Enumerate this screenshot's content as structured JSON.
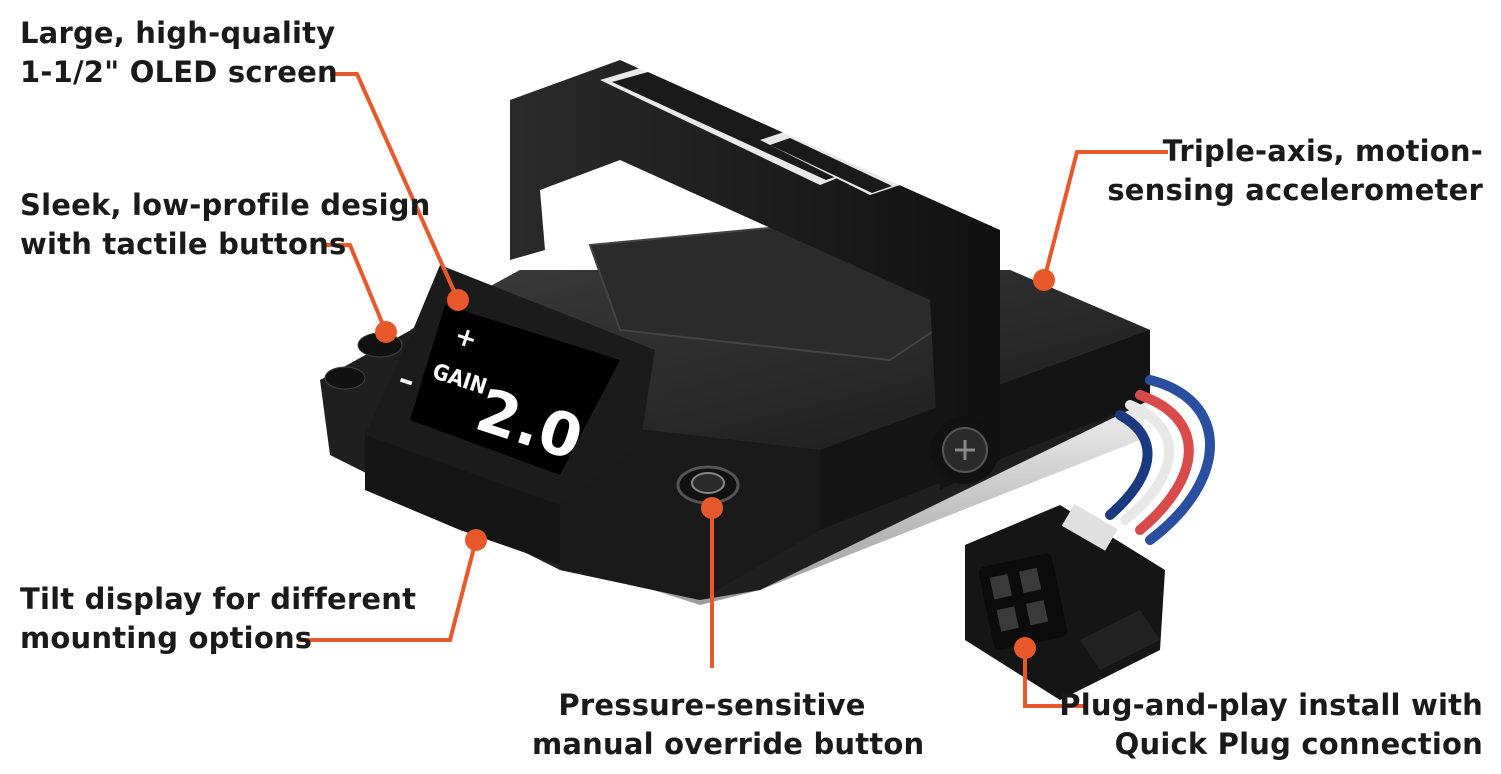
{
  "accent_color": "#e8582a",
  "callouts": {
    "oled_screen": {
      "line1": "Large, high-quality",
      "line2": "1-1/2\" OLED screen"
    },
    "low_profile": {
      "line1": "Sleek, low-profile design",
      "line2": "with tactile buttons"
    },
    "tilt_display": {
      "line1": "Tilt display for different",
      "line2": "mounting options"
    },
    "override_button": {
      "line1": "Pressure-sensitive",
      "line2": "manual override button"
    },
    "accelerometer": {
      "line1": "Triple-axis, motion-",
      "line2": "sensing accelerometer"
    },
    "plug_and_play": {
      "line1": "Plug-and-play install with",
      "line2": "Quick Plug connection"
    }
  },
  "display": {
    "plus": "+",
    "minus": "–",
    "gain_label": "GAIN",
    "gain_value": "2.0"
  }
}
